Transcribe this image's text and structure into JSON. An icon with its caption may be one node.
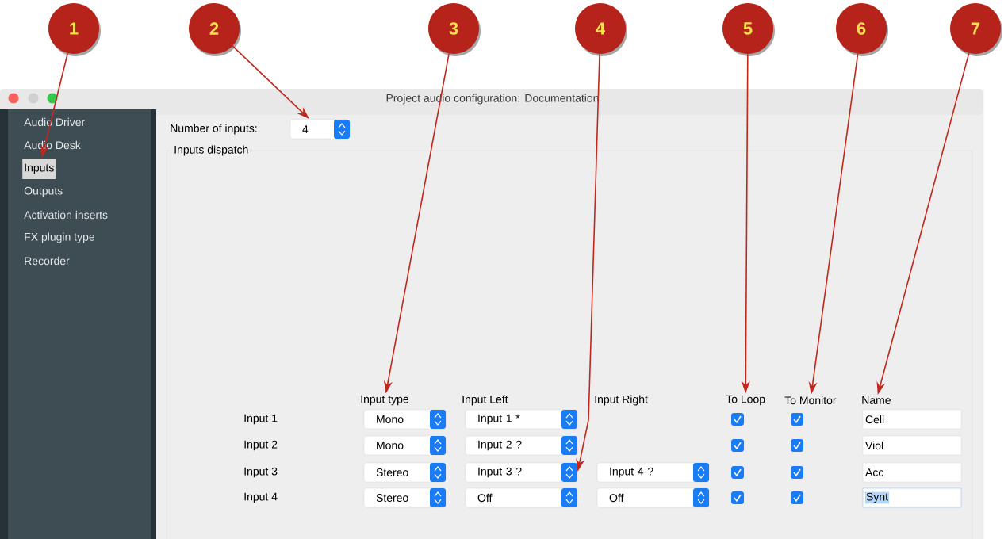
{
  "diagram": {
    "nodes": [
      {
        "text": [
          "1"
        ]
      },
      {
        "text": [
          "2"
        ]
      },
      {
        "text": [
          "3"
        ]
      },
      {
        "text": [
          "4"
        ]
      },
      {
        "text": [
          "5"
        ]
      },
      {
        "text": [
          "6"
        ]
      },
      {
        "text": [
          "7"
        ]
      },
      {
        "text": [
          "Inputs"
        ]
      },
      {
        "text": [
          "4"
        ]
      },
      {
        "text": [
          "Input type"
        ]
      },
      {
        "text": [
          "Input 3 ?"
        ]
      },
      {
        "text": [
          "To Loop"
        ]
      },
      {
        "text": [
          "To Monitor"
        ]
      },
      {
        "text": [
          "Name"
        ]
      },
      {
        "text": [
          "Mono"
        ]
      },
      {
        "text": [
          "Input 1 *"
        ]
      },
      {
        "text": [
          "Mono"
        ]
      },
      {
        "text": [
          "Input 2 ?"
        ]
      },
      {
        "text": [
          "Stereo"
        ]
      },
      {
        "text": [
          "Input 4 ?"
        ]
      },
      {
        "text": [
          "Stereo"
        ]
      },
      {
        "text": [
          "Off"
        ]
      },
      {
        "text": [
          "Off"
        ]
      }
    ],
    "edges": [
      {
        "from": 0,
        "to": 7,
        "arrow": "to"
      },
      {
        "from": 1,
        "to": 8,
        "arrow": "to"
      },
      {
        "from": 2,
        "to": 9,
        "arrow": "to"
      },
      {
        "from": 3,
        "to": 10,
        "arrow": "to"
      },
      {
        "from": 4,
        "to": 11,
        "arrow": "to"
      },
      {
        "from": 5,
        "to": 12,
        "arrow": "to"
      },
      {
        "from": 6,
        "to": 13,
        "arrow": "to"
      }
    ],
    "labels": [
      "Project audio configuration: Documentation",
      "Audio Driver",
      "Audio Desk",
      "Outputs",
      "Activation inserts",
      "FX plugin type",
      "Recorder",
      "Number of inputs:",
      "Inputs dispatch",
      "Input Left",
      "Input Right",
      "Input 1",
      "Cell",
      "Input 2",
      "Viol",
      "Input 3",
      "Acc",
      "Input 4",
      "Synt"
    ]
  }
}
